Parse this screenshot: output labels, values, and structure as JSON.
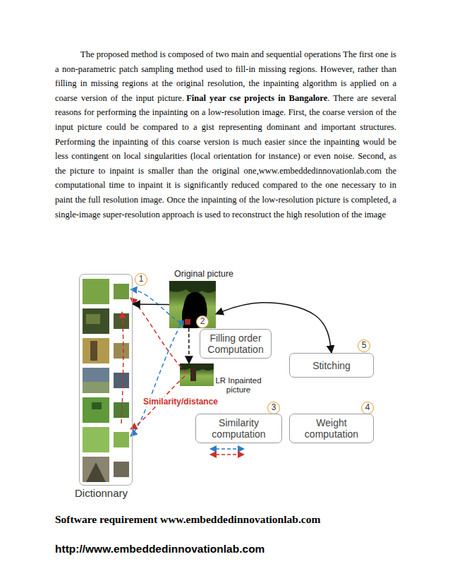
{
  "diagram": {
    "nodes": [
      {
        "text": [
          "Dictionnary"
        ]
      },
      {
        "text": [
          "Original picture"
        ]
      },
      {
        "text": [
          "Filling order Computation"
        ]
      },
      {
        "text": [
          "LR Inpainted picture"
        ]
      },
      {
        "text": [
          "Similarity computation"
        ]
      },
      {
        "text": [
          "Weight computation"
        ]
      },
      {
        "text": [
          "Stitching"
        ]
      }
    ],
    "edges": [
      {
        "from": 1,
        "to": 0,
        "arrow": "to"
      },
      {
        "from": 1,
        "to": 3,
        "arrow": "to"
      },
      {
        "from": 6,
        "to": 1,
        "arrow": "both"
      }
    ],
    "labels": [
      "The proposed method is composed of two main and sequential operations The first one is a non-parametric patch sampling method used to fill-in missing regions. However, rather than filling in missing regions at the original resolution, the inpainting algorithm is applied on a coarse version of the input picture.",
      "Final year cse projects in Bangalore",
      ". There are several reasons for performing the inpainting on a low-resolution image. First, the coarse version of the input picture could be compared to a gist representing dominant and important structures. Performing the inpainting of this coarse version is much easier since the inpainting would be less contingent on local singularities (local orientation for instance) or even noise. Second, as the picture to inpaint is smaller than the original one,www.embeddedinnovationlab.com the computational time to inpaint it is significantly reduced compared to the one necessary to in paint the full resolution image. Once the inpainting of the low-resolution picture is completed, a single-image super-resolution approach is used to reconstruct the high resolution of the image",
      "1",
      "2",
      "5",
      "Similarity/distance",
      "3",
      "4",
      "Software requirement www.embeddedinnovationlab.com",
      "http://www.embeddedinnovationlab.com"
    ]
  }
}
